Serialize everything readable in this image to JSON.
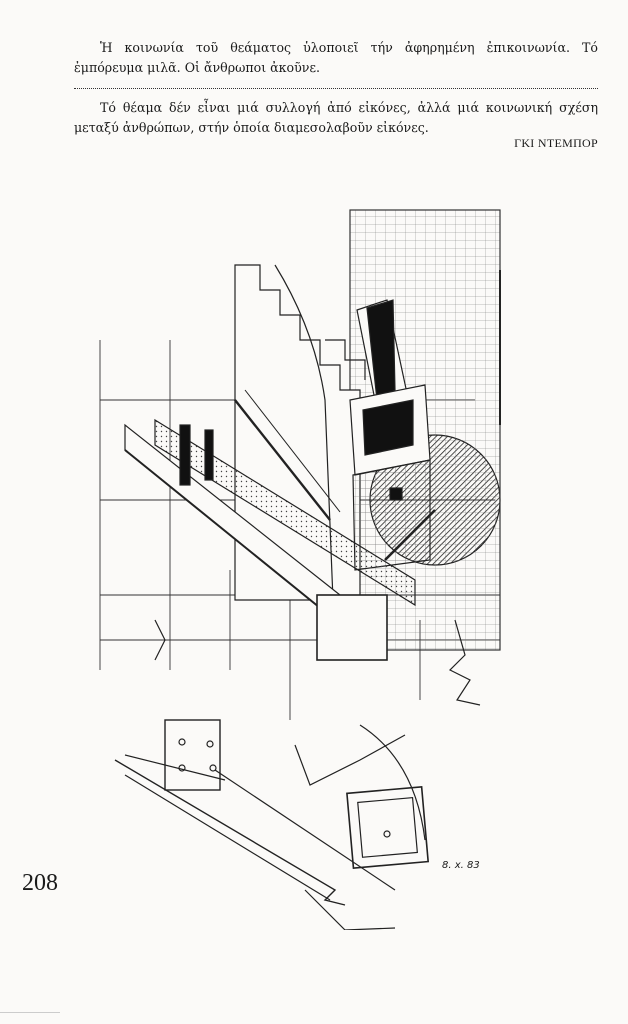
{
  "quotes": [
    "Ἡ κοινωνία τοῦ θεάματος ὑλοποιεῖ τήν ἀφηρημένη ἐπικοινωνία. Τό ἐμπόρευμα μιλᾶ. Οἱ ἄνθρωποι ἀκοῦνε.",
    "Τό θέαμα δέν εἶναι μιά συλλογή ἀπό εἰκόνες, ἀλλά μιά κοινωνική σχέση μεταξύ ἀνθρώπων, στήν ὁποία διαμεσολαβοῦν εἰκόνες."
  ],
  "author": "ΓΚΙ ΝΤΕΜΠΟΡ",
  "page_number": "208",
  "drawing": {
    "signature": "8. x. 83"
  }
}
